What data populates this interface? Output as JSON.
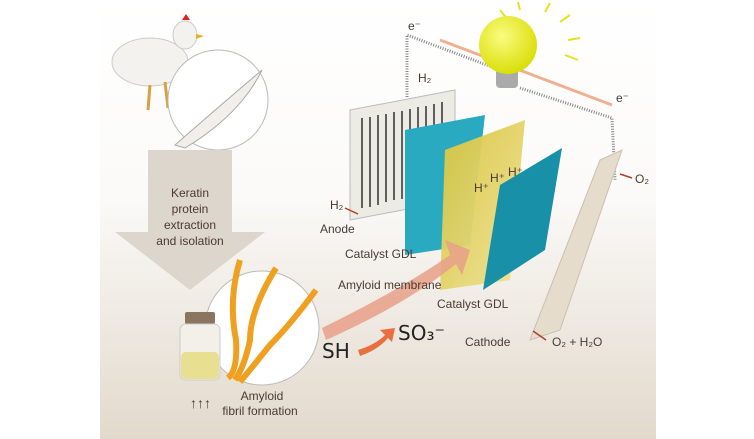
{
  "labels": {
    "keratin": [
      "Keratin",
      "protein",
      "extraction",
      "and isolation"
    ],
    "amyloid_fibril": [
      "Amyloid",
      "fibril formation"
    ],
    "anode": "Anode",
    "catalyst_gdl_1": "Catalyst GDL",
    "amyloid_membrane": "Amyloid membrane",
    "catalyst_gdl_2": "Catalyst GDL",
    "cathode": "Cathode",
    "h2_in": "H₂",
    "h2_out": "H₂",
    "o2_in": "O₂",
    "products": "O₂ + H₂O",
    "electron_left": "e⁻",
    "electron_right": "e⁻",
    "proton": "H⁺",
    "sh": "SH",
    "so3": "SO₃⁻"
  },
  "colors": {
    "gdl": "#1a9bb0",
    "membrane": "#d8c23a",
    "arrow": "#e8957a",
    "bulb": "#e8ec1a",
    "fibril": "#f0a020"
  }
}
